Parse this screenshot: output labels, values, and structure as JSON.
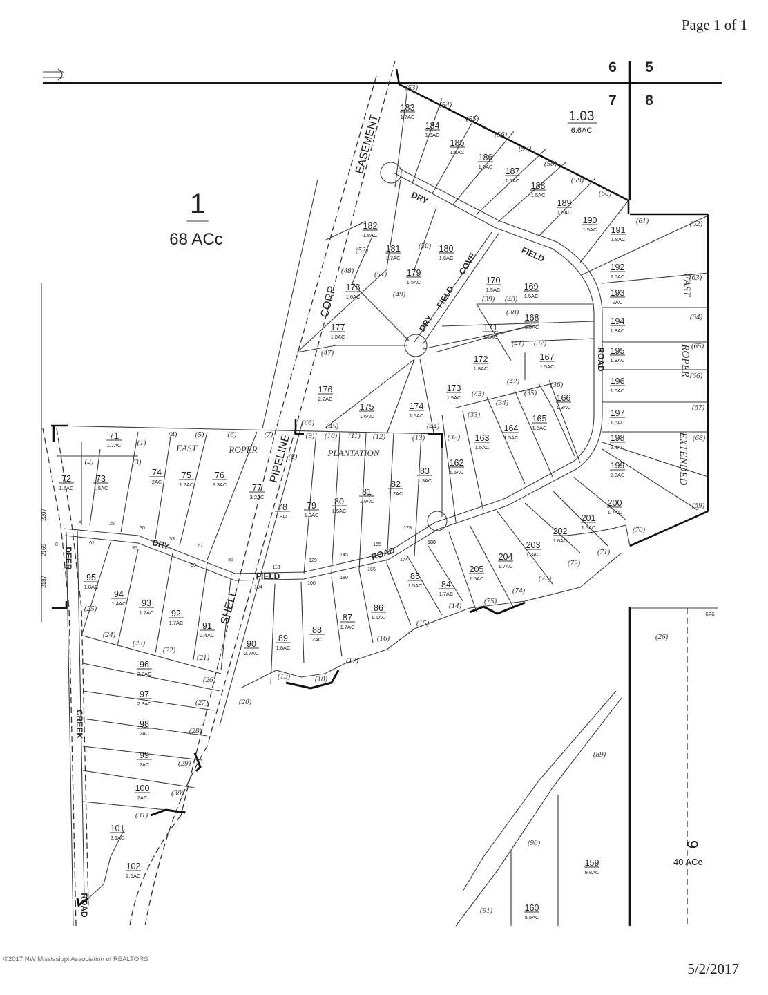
{
  "page_number": "Page 1 of 1",
  "print_date": "5/2/2017",
  "copyright": "©2017 NW Mississippi Association of REALTORS",
  "sections": [
    "6",
    "5",
    "7",
    "8"
  ],
  "big_parcels": [
    {
      "id": "1",
      "acres": "68 ACc"
    },
    {
      "id": "1.03",
      "acres": "6.6AC"
    },
    {
      "id": "9",
      "acres": "40 ACc"
    }
  ],
  "road_labels": {
    "dry_field_road": [
      "DRY",
      "FIELD",
      "ROAD"
    ],
    "dry_field_cove": [
      "DRY",
      "FIELD",
      "COVE"
    ],
    "deer_creek_road": [
      "DEER",
      "CREEK",
      "ROAD"
    ],
    "east_roper_extended": [
      "EAST",
      "ROPER",
      "EXTENDED"
    ],
    "easement": [
      "CORP",
      "EASEMENT"
    ],
    "pipeline": [
      "SHELL",
      "PIPELINE"
    ],
    "subdivision": [
      "EAST",
      "ROPER",
      "PLANTATION"
    ]
  },
  "lots": [
    {
      "id": "183",
      "acres": "1.7AC"
    },
    {
      "id": "184",
      "acres": "1.5AC"
    },
    {
      "id": "185",
      "acres": "1.5AC"
    },
    {
      "id": "186",
      "acres": "1.5AC"
    },
    {
      "id": "187",
      "acres": "1.5AC"
    },
    {
      "id": "188",
      "acres": "1.5AC"
    },
    {
      "id": "189",
      "acres": "1.5AC"
    },
    {
      "id": "190",
      "acres": "1.5AC"
    },
    {
      "id": "191",
      "acres": "1.8AC"
    },
    {
      "id": "192",
      "acres": "2.5AC"
    },
    {
      "id": "193",
      "acres": "2AC"
    },
    {
      "id": "194",
      "acres": "1.8AC"
    },
    {
      "id": "195",
      "acres": "1.8AC"
    },
    {
      "id": "196",
      "acres": "1.5AC"
    },
    {
      "id": "197",
      "acres": "1.5AC"
    },
    {
      "id": "198",
      "acres": "2.4AC"
    },
    {
      "id": "199",
      "acres": "2.3AC"
    },
    {
      "id": "200",
      "acres": "1.7AC"
    },
    {
      "id": "201",
      "acres": "1.5AC"
    },
    {
      "id": "202",
      "acres": "1.6AC"
    },
    {
      "id": "203",
      "acres": "1.3AC"
    },
    {
      "id": "204",
      "acres": "1.7AC"
    },
    {
      "id": "205",
      "acres": "1.5AC"
    },
    {
      "id": "182",
      "acres": "1.8AC"
    },
    {
      "id": "181",
      "acres": "1.7AC"
    },
    {
      "id": "180",
      "acres": "1.6AC"
    },
    {
      "id": "179",
      "acres": "1.5AC"
    },
    {
      "id": "178",
      "acres": "1.6AC"
    },
    {
      "id": "177",
      "acres": "1.8AC"
    },
    {
      "id": "176",
      "acres": "2.2AC"
    },
    {
      "id": "175",
      "acres": "1.6AC"
    },
    {
      "id": "174",
      "acres": "1.5AC"
    },
    {
      "id": "173",
      "acres": "1.5AC"
    },
    {
      "id": "172",
      "acres": "1.8AC"
    },
    {
      "id": "171",
      "acres": "1.5AC"
    },
    {
      "id": "170",
      "acres": "1.5AC"
    },
    {
      "id": "169",
      "acres": "1.5AC"
    },
    {
      "id": "168",
      "acres": "1.5AC"
    },
    {
      "id": "167",
      "acres": "1.5AC"
    },
    {
      "id": "166",
      "acres": "1.3AC"
    },
    {
      "id": "165",
      "acres": "1.5AC"
    },
    {
      "id": "164",
      "acres": "1.5AC"
    },
    {
      "id": "163",
      "acres": "1.5AC"
    },
    {
      "id": "162",
      "acres": "1.5AC"
    },
    {
      "id": "71",
      "acres": "1.7AC"
    },
    {
      "id": "72",
      "acres": "1.5AC"
    },
    {
      "id": "73",
      "acres": "1.5AC"
    },
    {
      "id": "74",
      "acres": "2AC"
    },
    {
      "id": "75",
      "acres": "1.7AC"
    },
    {
      "id": "76",
      "acres": "2.3AC"
    },
    {
      "id": "77",
      "acres": "3.2AC"
    },
    {
      "id": "78",
      "acres": "1.8AC"
    },
    {
      "id": "79",
      "acres": "1.9AC"
    },
    {
      "id": "80",
      "acres": "1.5AC"
    },
    {
      "id": "81",
      "acres": "1.9AC"
    },
    {
      "id": "82",
      "acres": "1.7AC"
    },
    {
      "id": "83",
      "acres": "1.3AC"
    },
    {
      "id": "84",
      "acres": "1.7AC"
    },
    {
      "id": "85",
      "acres": "1.5AC"
    },
    {
      "id": "86",
      "acres": "1.5AC"
    },
    {
      "id": "87",
      "acres": "1.7AC"
    },
    {
      "id": "88",
      "acres": "2AC"
    },
    {
      "id": "89",
      "acres": "1.8AC"
    },
    {
      "id": "90",
      "acres": "2.7AC"
    },
    {
      "id": "91",
      "acres": "2.4AC"
    },
    {
      "id": "92",
      "acres": "1.7AC"
    },
    {
      "id": "93",
      "acres": "1.7AC"
    },
    {
      "id": "94",
      "acres": "1.4AC"
    },
    {
      "id": "95",
      "acres": "1.8AC"
    },
    {
      "id": "96",
      "acres": "2.2AC"
    },
    {
      "id": "97",
      "acres": "2.3AC"
    },
    {
      "id": "98",
      "acres": "2AC"
    },
    {
      "id": "99",
      "acres": "2AC"
    },
    {
      "id": "100",
      "acres": "2AC"
    },
    {
      "id": "101",
      "acres": "2.1AC"
    },
    {
      "id": "102",
      "acres": "2.5AC"
    },
    {
      "id": "159",
      "acres": "9.8AC"
    },
    {
      "id": "160",
      "acres": "5.5AC"
    }
  ],
  "ref_numbers": [
    "(53)",
    "(54)",
    "(55)",
    "(56)",
    "(57)",
    "(58)",
    "(59)",
    "(60)",
    "(61)",
    "(62)",
    "(63)",
    "(64)",
    "(65)",
    "(66)",
    "(67)",
    "(68)",
    "(69)",
    "(70)",
    "(71)",
    "(72)",
    "(73)",
    "(74)",
    "(75)",
    "(14)",
    "(15)",
    "(16)",
    "(17)",
    "(18)",
    "(19)",
    "(20)",
    "(21)",
    "(22)",
    "(23)",
    "(24)",
    "(25)",
    "(26)",
    "(27)",
    "(28)",
    "(29)",
    "(30)",
    "(31)",
    "(1)",
    "(2)",
    "(3)",
    "(4)",
    "(5)",
    "(6)",
    "(7)",
    "(8)",
    "(9)",
    "(10)",
    "(11)",
    "(12)",
    "(13)",
    "(44)",
    "(45)",
    "(46)",
    "(47)",
    "(48)",
    "(49)",
    "(50)",
    "(51)",
    "(52)",
    "(32)",
    "(33)",
    "(34)",
    "(35)",
    "(36)",
    "(37)",
    "(38)",
    "(39)",
    "(40)",
    "(41)",
    "(42)",
    "(43)",
    "(26)",
    "(89)",
    "(90)",
    "(91)"
  ],
  "edge_labels": [
    "626",
    "2207",
    "2169",
    "2187"
  ],
  "frontage_numbers": [
    "9",
    "25",
    "30",
    "53",
    "67",
    "81",
    "113",
    "129",
    "145",
    "165",
    "179",
    "61",
    "95",
    "89",
    "104",
    "8",
    "100",
    "180",
    "165",
    "174",
    "188",
    "188"
  ]
}
